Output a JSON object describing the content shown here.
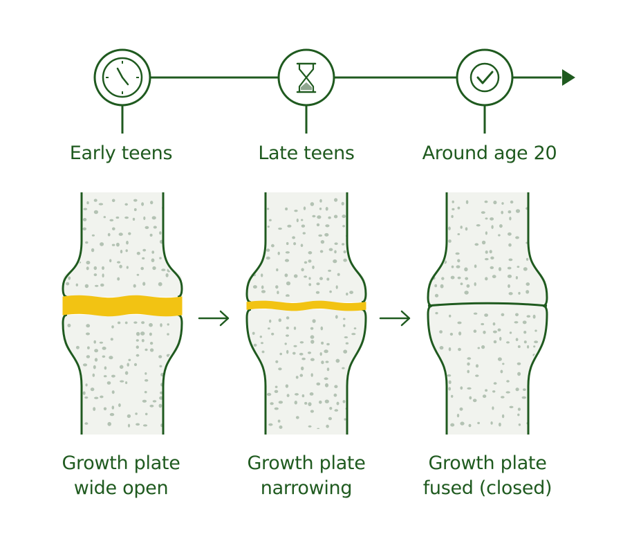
{
  "colors": {
    "line": "#1f5a1f",
    "bone_fill": "#f1f3ee",
    "pore": "#b3c2b3",
    "plate": "#f2c313",
    "text": "#1f5a1f"
  },
  "icons": [
    "clock-icon",
    "hourglass-icon",
    "checkmark-icon"
  ],
  "stages": [
    {
      "label": "Early teens",
      "caption_line1": "Growth plate",
      "caption_line2": "wide open",
      "plate_open_fraction": 1.0
    },
    {
      "label": "Late teens",
      "caption_line1": "Growth plate",
      "caption_line2": "narrowing",
      "plate_open_fraction": 0.4
    },
    {
      "label": "Around age 20",
      "caption_line1": "Growth plate",
      "caption_line2": "fused (closed)",
      "plate_open_fraction": 0.0
    }
  ]
}
